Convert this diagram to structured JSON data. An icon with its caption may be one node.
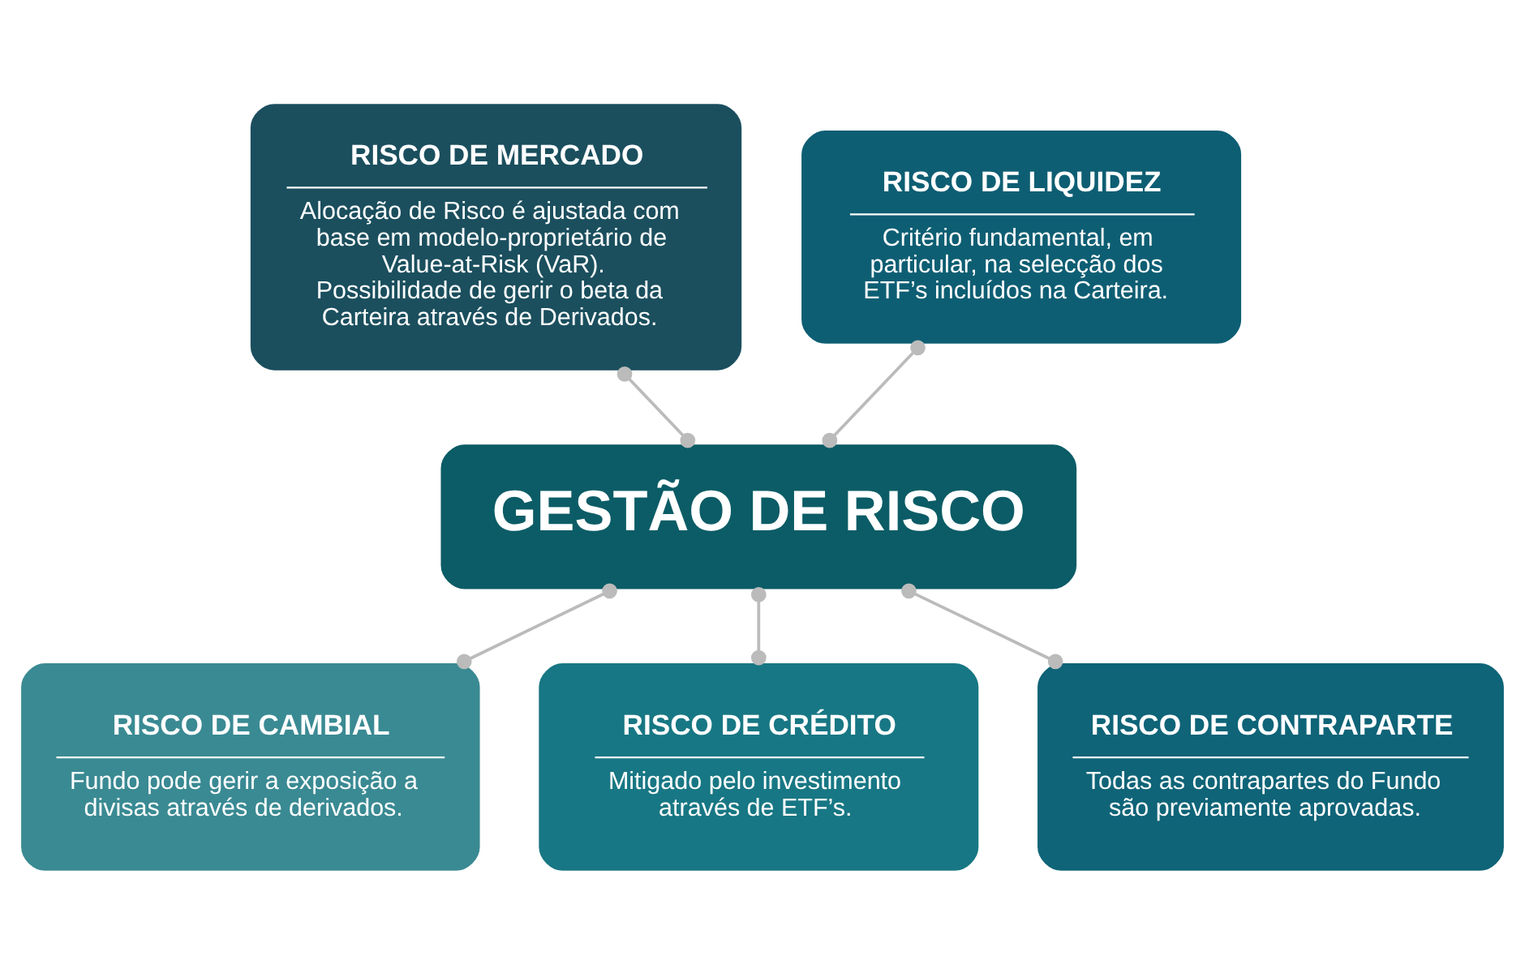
{
  "diagram": {
    "nodes": [
      {
        "text": [
          "RISCO DE MERCADO",
          "Alocação de Risco é ajustada com base em modelo-proprietário de Value-at-Risk (VaR). Possibilidade de gerir o beta da Carteira através de Derivados."
        ]
      },
      {
        "text": [
          "RISCO DE LIQUIDEZ",
          "Critério fundamental, em particular, na selecção dos ETF’s incluídos na Carteira."
        ]
      },
      {
        "text": [
          "GESTÃO DE RISCO"
        ]
      },
      {
        "text": [
          "RISCO DE CAMBIAL",
          "Fundo pode gerir a exposição a divisas através de derivados."
        ]
      },
      {
        "text": [
          "RISCO DE CRÉDITO",
          "Mitigado pelo investimento através de ETF’s."
        ]
      },
      {
        "text": [
          "RISCO DE CONTRAPARTE",
          "Todas as contrapartes do Fundo são previamente aprovadas."
        ]
      }
    ],
    "edges": [
      {
        "from": 0,
        "to": 2,
        "arrow": "other"
      },
      {
        "from": 1,
        "to": 2,
        "arrow": "other"
      },
      {
        "from": 2,
        "to": 3,
        "arrow": "other"
      },
      {
        "from": 2,
        "to": 4,
        "arrow": "other"
      },
      {
        "from": 2,
        "to": 5,
        "arrow": "other"
      }
    ]
  }
}
